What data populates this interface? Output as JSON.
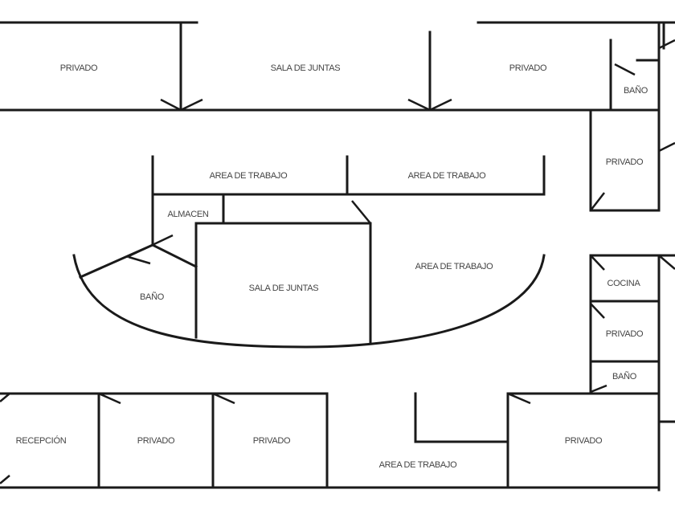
{
  "rooms": [
    {
      "label": "PRIVADO"
    },
    {
      "label": "SALA DE JUNTAS"
    },
    {
      "label": "PRIVADO"
    },
    {
      "label": "BAÑO"
    },
    {
      "label": "PRIVADO"
    },
    {
      "label": "AREA DE TRABAJO"
    },
    {
      "label": "AREA DE TRABAJO"
    },
    {
      "label": "ALMACEN"
    },
    {
      "label": "AREA DE TRABAJO"
    },
    {
      "label": "SALA DE JUNTAS"
    },
    {
      "label": "BAÑO"
    },
    {
      "label": "COCINA"
    },
    {
      "label": "PRIVADO"
    },
    {
      "label": "BAÑO"
    },
    {
      "label": "RECEPCIÓN"
    },
    {
      "label": "PRIVADO"
    },
    {
      "label": "PRIVADO"
    },
    {
      "label": "PRIVADO"
    },
    {
      "label": "AREA DE TRABAJO"
    }
  ]
}
